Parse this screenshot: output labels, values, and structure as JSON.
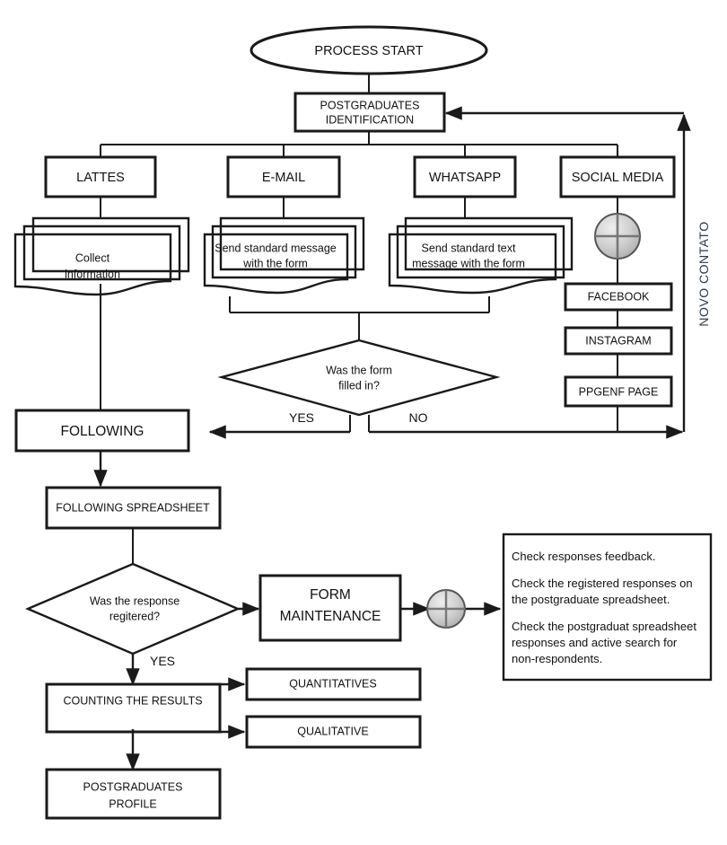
{
  "diagram": {
    "title": "PROCESS START",
    "nodes": {
      "start": "PROCESS START",
      "identification_line1": "POSTGRADUATES",
      "identification_line2": "IDENTIFICATION",
      "channel_lattes": "LATTES",
      "channel_email": "E-MAIL",
      "channel_whatsapp": "WHATSAPP",
      "channel_social": "SOCIAL MEDIA",
      "doc_lattes_line1": "Collect",
      "doc_lattes_line2": "information",
      "doc_email_line1": "Send standard message",
      "doc_email_line2": "with the form",
      "doc_whatsapp_line1": "Send standard text",
      "doc_whatsapp_line2": "message with the form",
      "social_facebook": "FACEBOOK",
      "social_instagram": "INSTAGRAM",
      "social_ppgenf": "PPGENF PAGE",
      "decision_form_line1": "Was the form",
      "decision_form_line2": "filled in?",
      "following": "FOLLOWING",
      "following_spreadsheet": "FOLLOWING SPREADSHEET",
      "decision_response_line1": "Was the response",
      "decision_response_line2": "regitered?",
      "form_maintenance_line1": "FORM",
      "form_maintenance_line2": "MAINTENANCE",
      "counting": "COUNTING THE RESULTS",
      "quantitatives": "QUANTITATIVES",
      "qualitative": "QUALITATIVE",
      "profile_line1": "POSTGRADUATES",
      "profile_line2": "PROFILE"
    },
    "edge_labels": {
      "form_yes": "YES",
      "form_no": "NO",
      "response_yes": "YES",
      "loop_back": "NOVO CONTATO"
    },
    "note": {
      "line1": "Check responses feedback.",
      "line2a": "Check the registered responses on",
      "line2b": "the postgraduate spreadsheet.",
      "line3a": "Check the postgraduat spreadsheet",
      "line3b": "responses and active search for",
      "line3c": "non-respondents."
    },
    "icons": {
      "junction_top": "summing-junction-icon",
      "junction_bottom": "summing-junction-icon"
    },
    "colors": {
      "stroke": "#1a1a1a",
      "fill": "#ffffff",
      "loop_label": "#2b3a4a",
      "junction_gray": "#b8b8b8"
    }
  }
}
